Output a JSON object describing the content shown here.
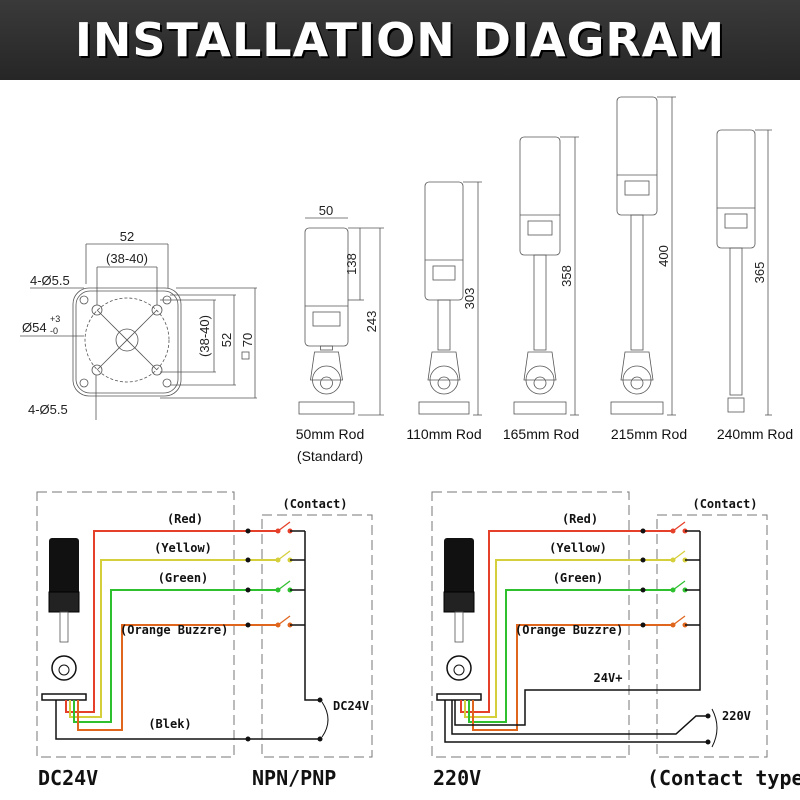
{
  "title": "INSTALLATION DIAGRAM",
  "mount_drawing": {
    "width_outer": "52",
    "width_inner": "(38-40)",
    "hole_top": "4-Ø5.5",
    "hole_bottom": "4-Ø5.5",
    "diameter": "Ø54",
    "tolerance_plus": "+3",
    "tolerance_minus": "-0",
    "height_inner": "(38-40)",
    "height_mid": "52",
    "height_outer": "70"
  },
  "towers": [
    {
      "label": "50mm Rod",
      "sublabel": "(Standard)",
      "width_dim": "50",
      "head_dim": "138",
      "height_dim": "243"
    },
    {
      "label": "110mm Rod",
      "height_dim": "303"
    },
    {
      "label": "165mm Rod",
      "height_dim": "358"
    },
    {
      "label": "215mm Rod",
      "height_dim": "400"
    },
    {
      "label": "240mm Rod",
      "height_dim": "365"
    }
  ],
  "wiring": [
    {
      "wires": [
        "(Red)",
        "(Yellow)",
        "(Green)",
        "(Orange Buzzre)"
      ],
      "contact_label": "(Contact)",
      "supply_label": "DC24V",
      "common_label": "(Blek)",
      "caption_left": "DC24V",
      "caption_right": "NPN/PNP"
    },
    {
      "wires": [
        "(Red)",
        "(Yellow)",
        "(Green)",
        "(Orange Buzzre)"
      ],
      "contact_label": "(Contact)",
      "supply_label": "220V",
      "common_label": "24V+",
      "caption_left": "220V",
      "caption_right": "(Contact type)"
    }
  ],
  "colors": {
    "red": "#e5402a",
    "yellow": "#d6cf3c",
    "green": "#2fc02f",
    "orange": "#e0661e",
    "banner": "#2e2e2e"
  }
}
